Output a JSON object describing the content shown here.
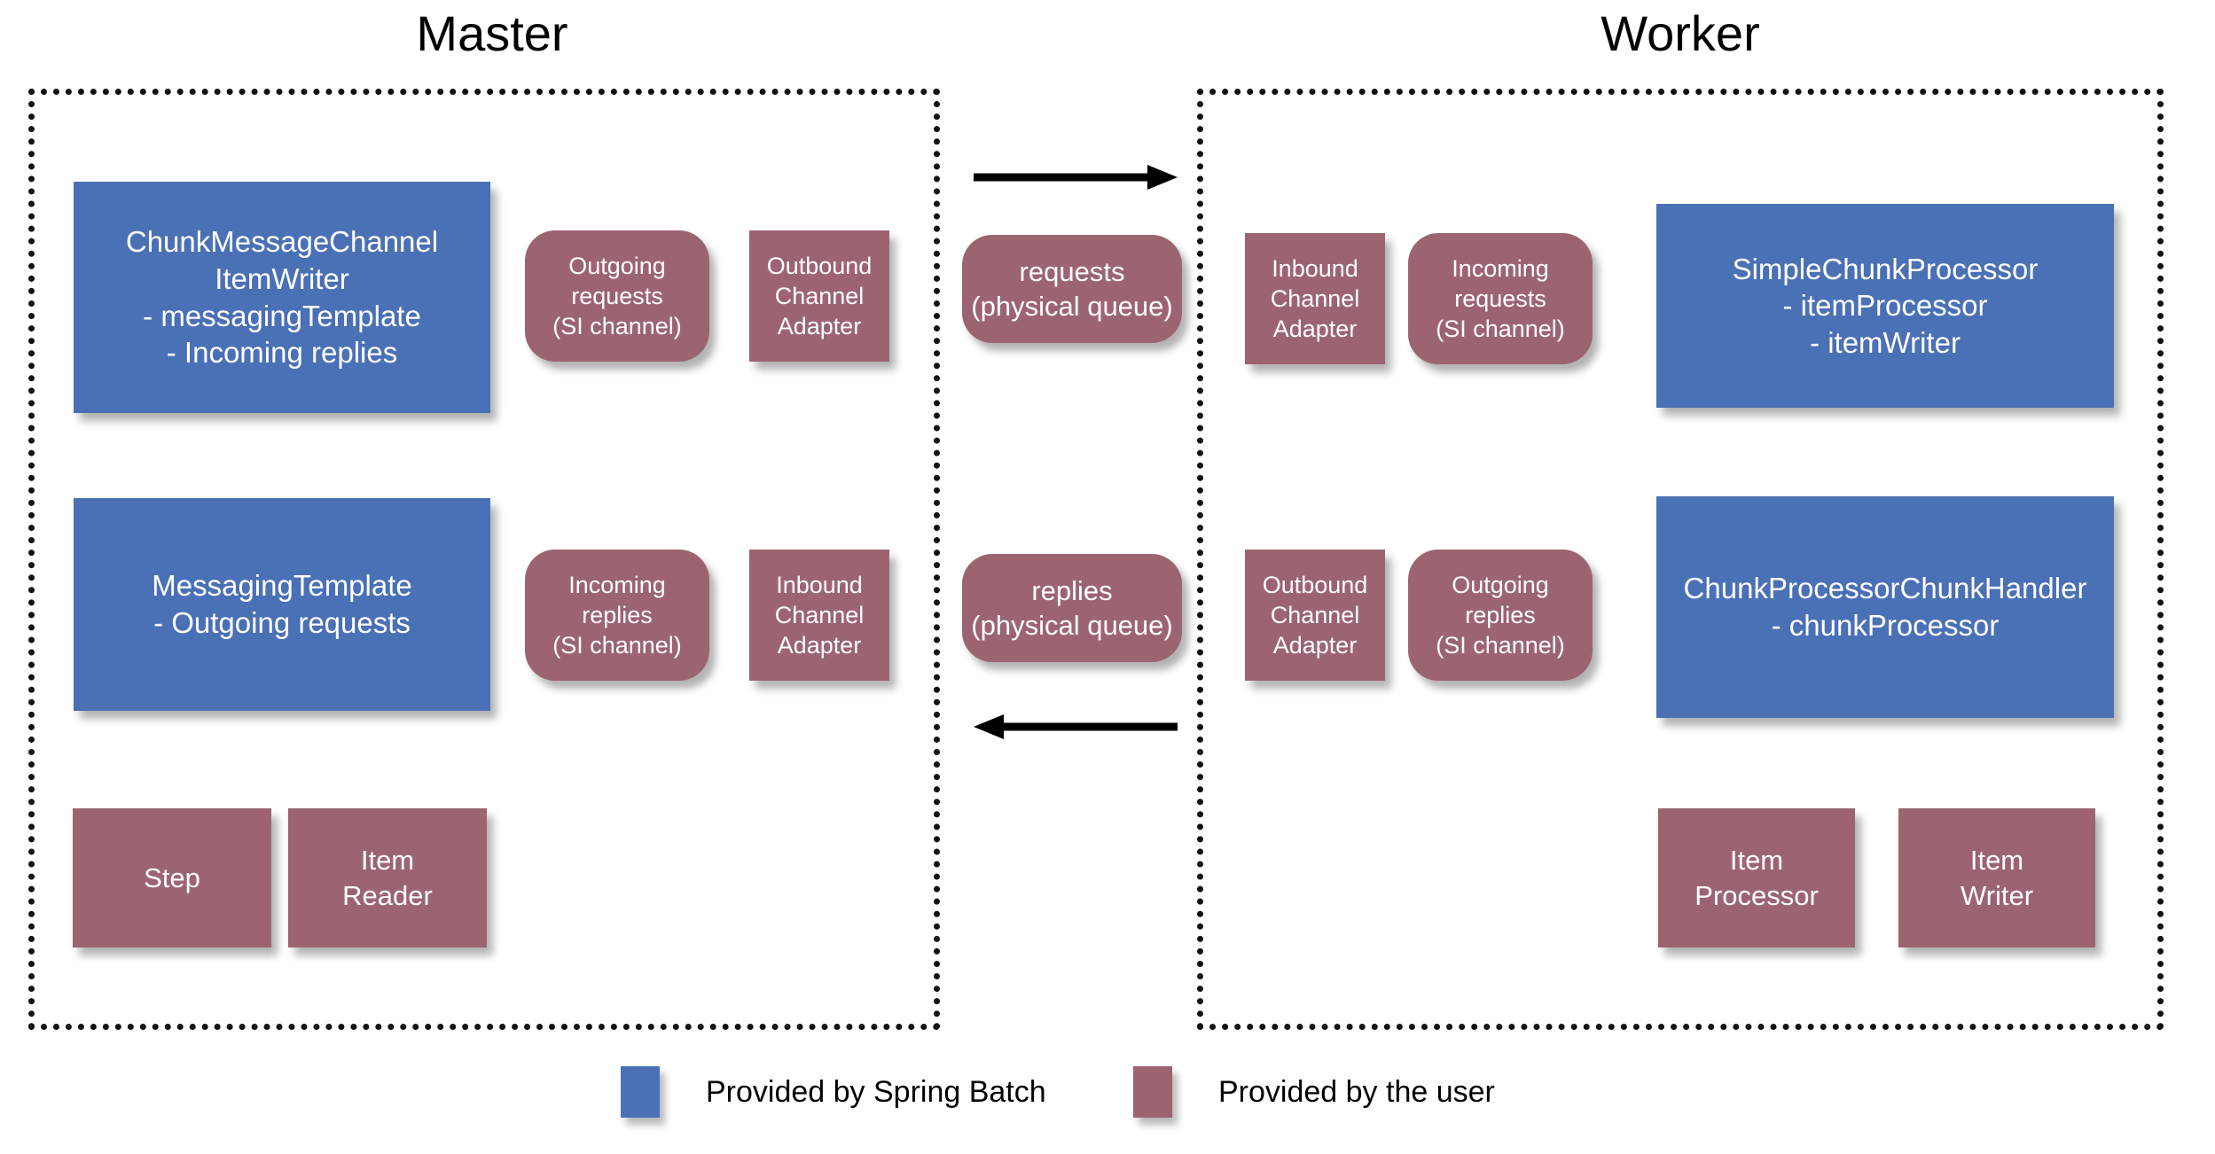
{
  "diagram": {
    "title_master": "Master",
    "title_worker": "Worker"
  },
  "master": {
    "boxes": [
      {
        "id": "chunk-message-channel-item-writer",
        "kind": "blue",
        "shape": "rect",
        "label": "ChunkMessageChannel\nItemWriter\n- messagingTemplate\n- Incoming replies"
      },
      {
        "id": "outgoing-requests-si-channel",
        "kind": "red",
        "shape": "round",
        "label": "Outgoing\nrequests\n(SI channel)"
      },
      {
        "id": "outbound-channel-adapter",
        "kind": "red",
        "shape": "rect",
        "label": "Outbound\nChannel\nAdapter"
      },
      {
        "id": "messaging-template",
        "kind": "blue",
        "shape": "rect",
        "label": "MessagingTemplate\n- Outgoing requests"
      },
      {
        "id": "incoming-replies-si-channel",
        "kind": "red",
        "shape": "round",
        "label": "Incoming\nreplies\n(SI channel)"
      },
      {
        "id": "inbound-channel-adapter",
        "kind": "red",
        "shape": "rect",
        "label": "Inbound\nChannel\nAdapter"
      },
      {
        "id": "step",
        "kind": "red",
        "shape": "rect",
        "label": "Step"
      },
      {
        "id": "item-reader",
        "kind": "red",
        "shape": "rect",
        "label": "Item\nReader"
      }
    ]
  },
  "middle": {
    "queues": [
      {
        "id": "requests-physical-queue",
        "kind": "red",
        "shape": "round",
        "label": "requests\n(physical queue)"
      },
      {
        "id": "replies-physical-queue",
        "kind": "red",
        "shape": "round",
        "label": "replies\n(physical queue)"
      }
    ],
    "arrows": [
      {
        "id": "arrow-master-to-worker",
        "direction": "right"
      },
      {
        "id": "arrow-worker-to-master",
        "direction": "left"
      }
    ]
  },
  "worker": {
    "boxes": [
      {
        "id": "inbound-channel-adapter",
        "kind": "red",
        "shape": "rect",
        "label": "Inbound\nChannel\nAdapter"
      },
      {
        "id": "incoming-requests-si-channel",
        "kind": "red",
        "shape": "round",
        "label": "Incoming\nrequests\n(SI channel)"
      },
      {
        "id": "simple-chunk-processor",
        "kind": "blue",
        "shape": "rect",
        "label": "SimpleChunkProcessor\n- itemProcessor\n- itemWriter"
      },
      {
        "id": "outbound-channel-adapter",
        "kind": "red",
        "shape": "rect",
        "label": "Outbound\nChannel\nAdapter"
      },
      {
        "id": "outgoing-replies-si-channel",
        "kind": "red",
        "shape": "round",
        "label": "Outgoing\nreplies\n(SI channel)"
      },
      {
        "id": "chunk-processor-chunk-handler",
        "kind": "blue",
        "shape": "rect",
        "label": "ChunkProcessorChunkHandler\n- chunkProcessor"
      },
      {
        "id": "item-processor",
        "kind": "red",
        "shape": "rect",
        "label": "Item\nProcessor"
      },
      {
        "id": "item-writer",
        "kind": "red",
        "shape": "rect",
        "label": "Item\nWriter"
      }
    ]
  },
  "legend": {
    "spring_batch_label": "Provided by Spring Batch",
    "user_label": "Provided by the user"
  },
  "colors": {
    "blue": "#4a70b6",
    "red": "#9c6471",
    "border": "#111111",
    "arrow": "#000000",
    "text_on_fill": "#ffffff",
    "text": "#000000",
    "background": "#ffffff"
  }
}
